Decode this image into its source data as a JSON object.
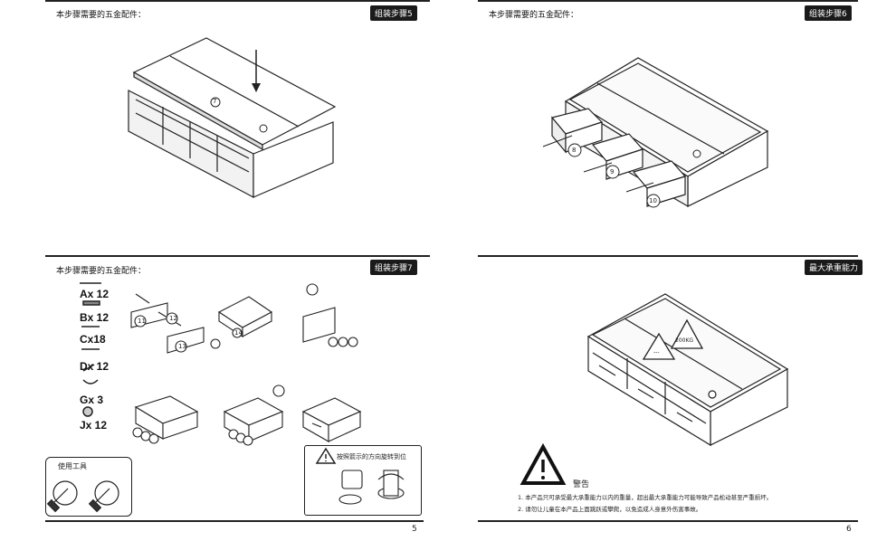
{
  "steps": [
    {
      "header": "本步骤需要的五金配件：",
      "badge": "组装步骤5",
      "part_label": "7"
    },
    {
      "header": "本步骤需要的五金配件：",
      "badge": "组装步骤6",
      "drawer_labels": [
        "8",
        "9",
        "10"
      ]
    },
    {
      "header": "本步骤需要的五金配件：",
      "badge": "组装步骤7",
      "page": "5",
      "parts": [
        "Ax 12",
        "Bx 12",
        "Cx18",
        "Dx 12",
        "Gx 3",
        "Jx 12"
      ],
      "tools_title": "使用工具",
      "notice_text": "按照箭示的方向旋转到位",
      "part_labels": [
        "11",
        "12",
        "13",
        "14"
      ]
    },
    {
      "badge": "最大承重能力",
      "page": "6",
      "warning_title": "警告",
      "warning_lines": [
        "1. 本产品只可承受最大承重能力以内的重量，超出最大承重能力可能导致产品松动甚至严重损坏。",
        "2. 请勿让儿童在本产品上面跳跃或攀爬，以免造成人身意外伤害事故。"
      ],
      "load_top": "200KG",
      "load_side": "---"
    }
  ]
}
